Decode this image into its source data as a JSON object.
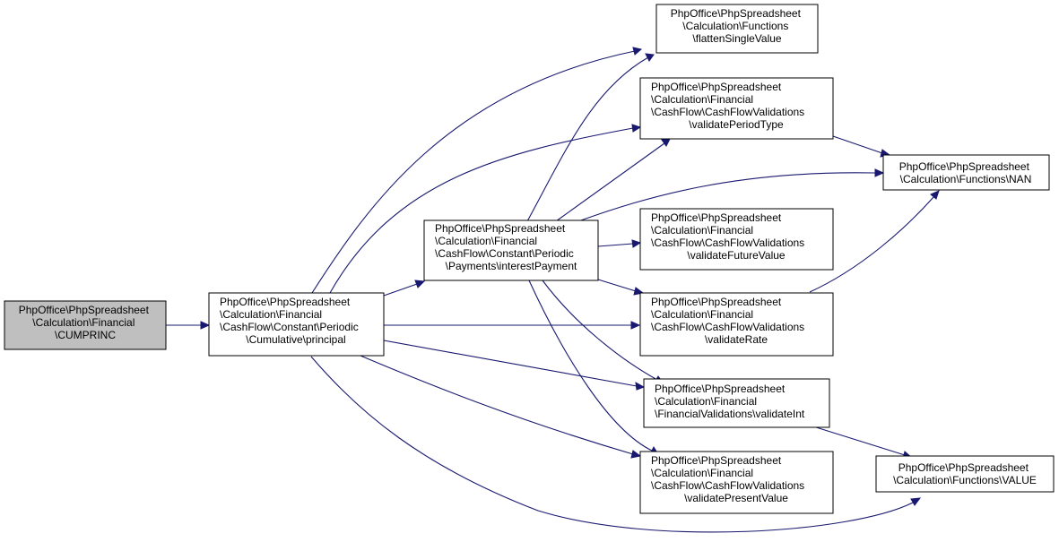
{
  "nodes": {
    "cumprinc": [
      "PhpOffice\\PhpSpreadsheet",
      "\\Calculation\\Financial",
      "\\CUMPRINC"
    ],
    "principal": [
      "PhpOffice\\PhpSpreadsheet",
      "\\Calculation\\Financial",
      "\\CashFlow\\Constant\\Periodic",
      "\\Cumulative\\principal"
    ],
    "interest_payment": [
      "PhpOffice\\PhpSpreadsheet",
      "\\Calculation\\Financial",
      "\\CashFlow\\Constant\\Periodic",
      "\\Payments\\interestPayment"
    ],
    "flatten_single_value": [
      "PhpOffice\\PhpSpreadsheet",
      "\\Calculation\\Functions",
      "\\flattenSingleValue"
    ],
    "validate_period_type": [
      "PhpOffice\\PhpSpreadsheet",
      "\\Calculation\\Financial",
      "\\CashFlow\\CashFlowValidations",
      "\\validatePeriodType"
    ],
    "nan": [
      "PhpOffice\\PhpSpreadsheet",
      "\\Calculation\\Functions\\NAN"
    ],
    "validate_future_value": [
      "PhpOffice\\PhpSpreadsheet",
      "\\Calculation\\Financial",
      "\\CashFlow\\CashFlowValidations",
      "\\validateFutureValue"
    ],
    "validate_rate": [
      "PhpOffice\\PhpSpreadsheet",
      "\\Calculation\\Financial",
      "\\CashFlow\\CashFlowValidations",
      "\\validateRate"
    ],
    "validate_int": [
      "PhpOffice\\PhpSpreadsheet",
      "\\Calculation\\Financial",
      "\\FinancialValidations\\validateInt"
    ],
    "validate_present_value": [
      "PhpOffice\\PhpSpreadsheet",
      "\\Calculation\\Financial",
      "\\CashFlow\\CashFlowValidations",
      "\\validatePresentValue"
    ],
    "value": [
      "PhpOffice\\PhpSpreadsheet",
      "\\Calculation\\Functions\\VALUE"
    ]
  },
  "edges": [
    [
      "cumprinc",
      "principal"
    ],
    [
      "principal",
      "flatten_single_value"
    ],
    [
      "principal",
      "validate_period_type"
    ],
    [
      "principal",
      "interest_payment"
    ],
    [
      "principal",
      "validate_rate"
    ],
    [
      "principal",
      "validate_int"
    ],
    [
      "principal",
      "validate_present_value"
    ],
    [
      "principal",
      "value"
    ],
    [
      "interest_payment",
      "flatten_single_value"
    ],
    [
      "interest_payment",
      "validate_period_type"
    ],
    [
      "interest_payment",
      "nan"
    ],
    [
      "interest_payment",
      "validate_future_value"
    ],
    [
      "interest_payment",
      "validate_rate"
    ],
    [
      "interest_payment",
      "validate_int"
    ],
    [
      "interest_payment",
      "validate_present_value"
    ],
    [
      "validate_period_type",
      "nan"
    ],
    [
      "validate_rate",
      "nan"
    ],
    [
      "validate_int",
      "value"
    ]
  ],
  "colors": {
    "edge": "#191970",
    "node_fill": "#ffffff",
    "selected_node_fill": "#bfbfbf",
    "node_stroke": "#000000"
  }
}
